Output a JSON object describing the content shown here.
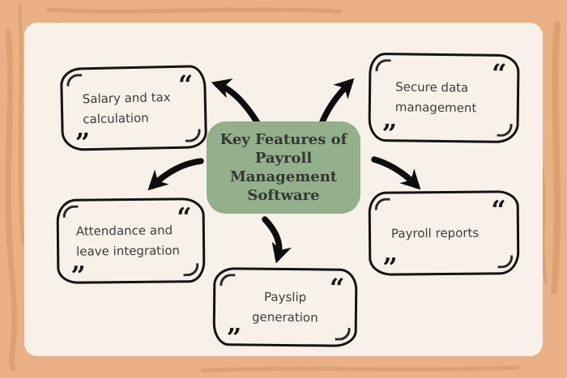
{
  "title": "Key Features of Payroll Management Software",
  "center": {
    "title": "Key Features of Payroll Management Software",
    "title_lines": [
      "Key Features of",
      "Payroll",
      "Management",
      "Software"
    ]
  },
  "quote_open": "“",
  "quote_close": "”",
  "nodes": [
    {
      "id": "salary-tax",
      "label": "Salary and tax calculation"
    },
    {
      "id": "secure-data",
      "label": "Secure data management"
    },
    {
      "id": "attendance-leave",
      "label": "Attendance and leave integration"
    },
    {
      "id": "payslip",
      "label": "Payslip generation"
    },
    {
      "id": "payroll-reports",
      "label": "Payroll reports"
    }
  ],
  "colors": {
    "background": "#e9b185",
    "panel": "#f8f1e9",
    "center_fill": "#94af8c",
    "center_text": "#333833",
    "node_border": "#141414",
    "node_text": "#3d3d3d",
    "arrow": "#0d0d0d"
  }
}
